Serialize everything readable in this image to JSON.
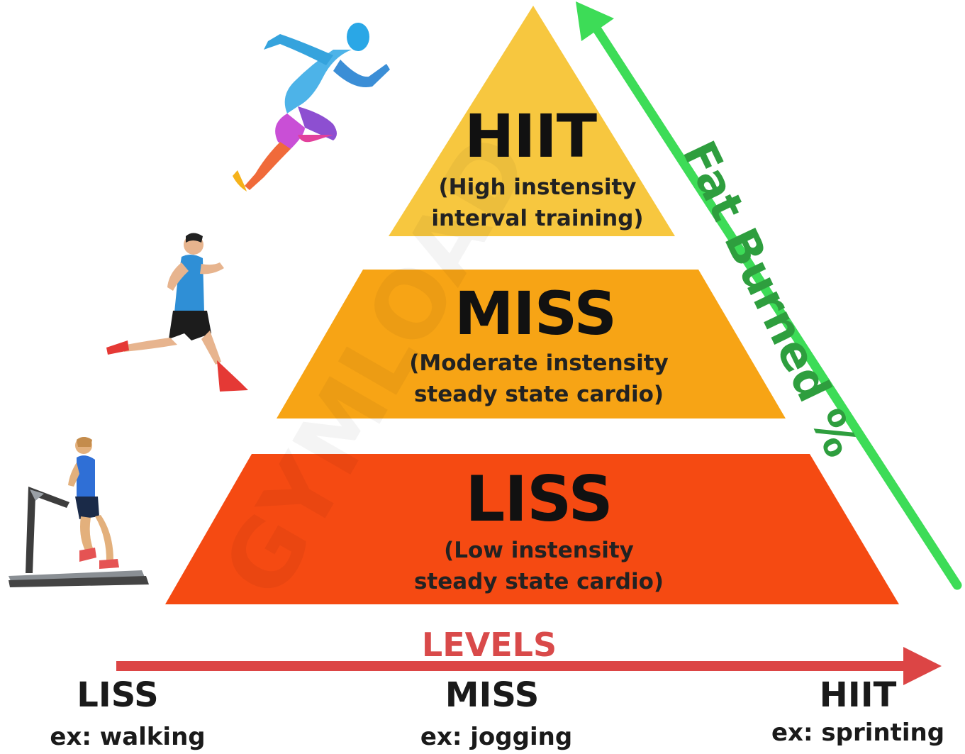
{
  "pyramid": {
    "tiers": [
      {
        "title": "HIIT",
        "line1": "(High instensity",
        "line2": "interval training)",
        "color": "#f7c73f"
      },
      {
        "title": "MISS",
        "line1": "(Moderate instensity",
        "line2": "steady state cardio)",
        "color": "#f7a415"
      },
      {
        "title": "LISS",
        "line1": "(Low instensity",
        "line2": "steady state cardio)",
        "color": "#f54a12"
      }
    ]
  },
  "fat_burned": {
    "label": "Fat Burned %",
    "color": "#3ddc57"
  },
  "levels_axis": {
    "label": "LEVELS",
    "color": "#dc4545",
    "items": [
      {
        "name": "LISS",
        "example": "ex: walking"
      },
      {
        "name": "MISS",
        "example": "ex: jogging"
      },
      {
        "name": "HIIT",
        "example": "ex: sprinting"
      }
    ]
  },
  "watermark": "GYMLOAD",
  "illustrations": [
    "treadmill-runner-illustration",
    "jogger-illustration",
    "sprinter-illustration"
  ]
}
